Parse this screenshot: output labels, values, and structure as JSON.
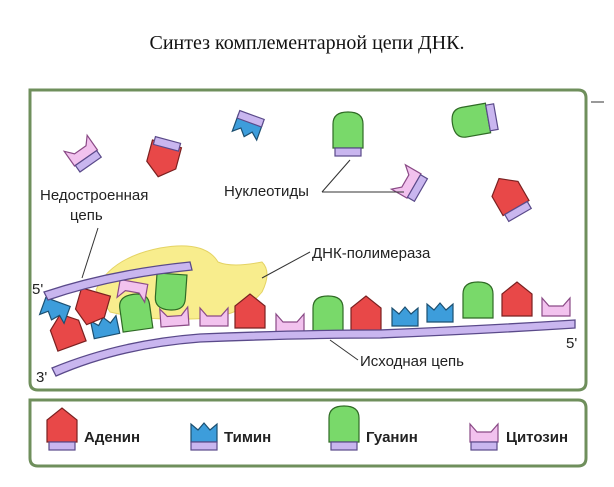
{
  "title": "Синтез комплементарной цепи ДНК.",
  "labels": {
    "unfinished_strand": [
      "Недостроенная",
      "цепь"
    ],
    "nucleotides": "Нуклеотиды",
    "polymerase": "ДНК-полимераза",
    "template_strand": "Исходная цепь",
    "five_prime_left": "5'",
    "three_prime_left": "3'",
    "five_prime_right": "5'"
  },
  "legend": [
    {
      "name": "Аденин",
      "color": "#e84848",
      "shape": "adenine-icon"
    },
    {
      "name": "Тимин",
      "color": "#3d9ddb",
      "shape": "thymine-icon"
    },
    {
      "name": "Гуанин",
      "color": "#79d96a",
      "shape": "guanine-icon"
    },
    {
      "name": "Цитозин",
      "color": "#f2c2ee",
      "shape": "cytosine-icon"
    }
  ],
  "colors": {
    "adenine": "#e84848",
    "thymine": "#3d9ddb",
    "guanine": "#79d96a",
    "cytosine": "#f2c2ee",
    "backbone": "#c9b6ef",
    "polymerase": "#f7ea7a",
    "frame": "#6f8f5c"
  }
}
